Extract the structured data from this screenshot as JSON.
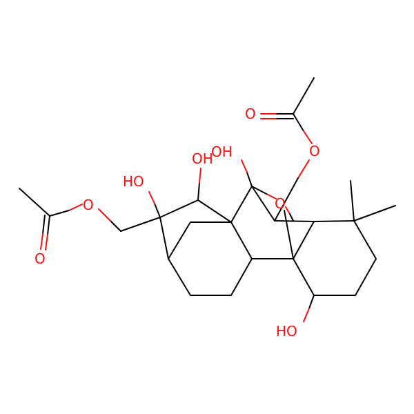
{
  "molecule": {
    "atom_labels": {
      "acetyl_carbonyl_o_top": "O",
      "acetyl_ester_o_top": "O",
      "oh_top_left": "OH",
      "oh_top_mid": "OH",
      "oh_left": "HO",
      "ring_o": "O",
      "acetyl_ester_o_left": "O",
      "acetyl_carbonyl_o_left": "O",
      "oh_bottom": "HO"
    },
    "colors": {
      "carbon_bond": "#000000",
      "oxygen": "#ff0d0d",
      "background": "#ffffff"
    }
  }
}
